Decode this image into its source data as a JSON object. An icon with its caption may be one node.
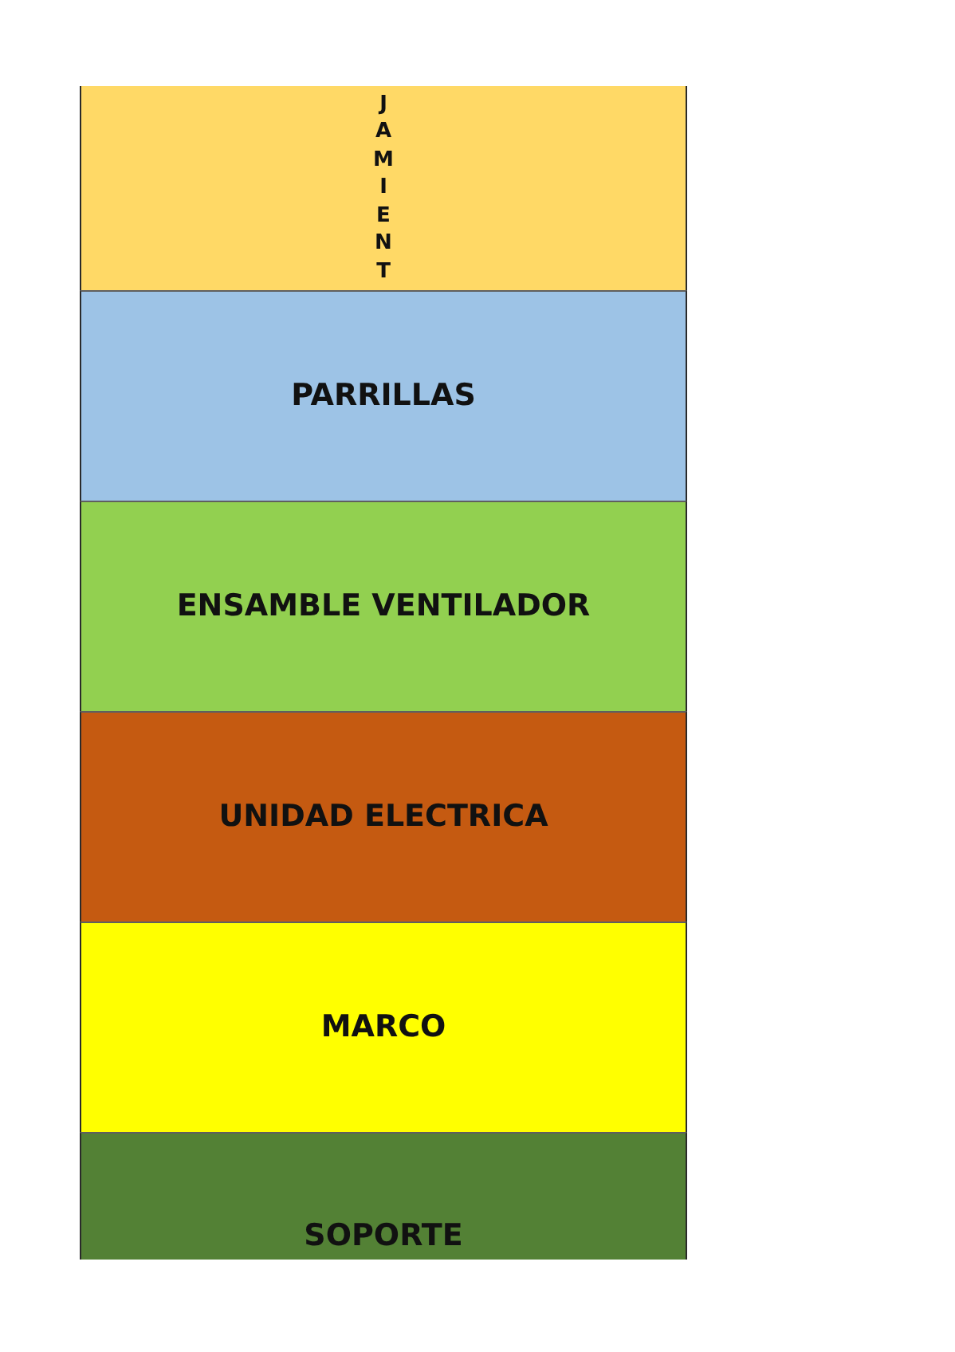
{
  "diagram": {
    "nodes": [
      {
        "text": [
          "JAMIENT"
        ]
      },
      {
        "text": [
          "PARRILLAS"
        ]
      },
      {
        "text": [
          "ENSAMBLE VENTILADOR"
        ]
      },
      {
        "text": [
          "UNIDAD ELECTRICA"
        ]
      },
      {
        "text": [
          "MARCO"
        ]
      },
      {
        "text": [
          "SOPORTE"
        ]
      }
    ]
  }
}
